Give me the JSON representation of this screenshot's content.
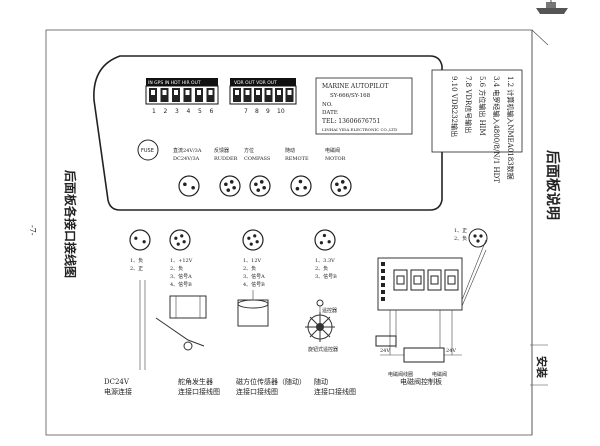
{
  "page_number": "-7-",
  "side_title": "后面板说明",
  "side_tab": "安装",
  "wiring_title": "后面板各接口接线图",
  "notes": [
    "1.2 计算机输入NMEA0183数据",
    "3.4 电罗经输入4800/8/N/1 HDT",
    "5.6 方位输出 HIM",
    "7.8 VDR信号输出",
    "9.10 VDR232输出"
  ],
  "terminal": {
    "group1_label": "IN GPS  IN HDT  HIR OUT",
    "group2_label": "VDR OUT  VDR OUT",
    "numbers_left": [
      "1",
      "2",
      "3",
      "4",
      "5",
      "6"
    ],
    "numbers_right": [
      "7",
      "8",
      "9",
      "10"
    ]
  },
  "nameplate": {
    "line1": "MARINE AUTOPILOT",
    "line2": "SY-666/SY-168",
    "line3": "NO.",
    "line4": "DATE",
    "line5": "TEL: 13606676751",
    "line6": "LINHAI YIDA ELECTRONIC CO.,LTD"
  },
  "fuse": "FUSE",
  "connectors": [
    {
      "cn": "直流24V/3A",
      "en": "DC24V/3A"
    },
    {
      "cn": "反馈器",
      "en": "RUDDER"
    },
    {
      "cn": "方位",
      "en": "COMPASS"
    },
    {
      "cn": "随动",
      "en": "REMOTE"
    },
    {
      "cn": "电磁阀",
      "en": "MOTOR"
    }
  ],
  "pin_lists": [
    [
      "1、负",
      "2、正"
    ],
    [
      "1、+12V",
      "2、负",
      "3、信号A",
      "4、信号B"
    ],
    [
      "1、12V",
      "2、负",
      "3、信号A",
      "4、信号B"
    ],
    [
      "1、3.3V",
      "2、负",
      "3、信号B"
    ]
  ],
  "right_pins": [
    "1、正",
    "2、负"
  ],
  "bottom_labels": [
    {
      "l1": "DC24V",
      "l2": "电源连接"
    },
    {
      "l1": "舵角发生器",
      "l2": "连接口接线图"
    },
    {
      "l1": "磁方位传感器（随动）",
      "l2": "连接口接线图"
    },
    {
      "l1": "随动",
      "l2": "连接口接线图"
    },
    {
      "l1": "电磁阀控制板",
      "l2": ""
    }
  ],
  "remote_labels": [
    "遥控器",
    "旋钮式遥控器"
  ],
  "valve_labels": [
    "24V",
    "24V",
    "电磁阀线圈",
    "电磁阀"
  ]
}
